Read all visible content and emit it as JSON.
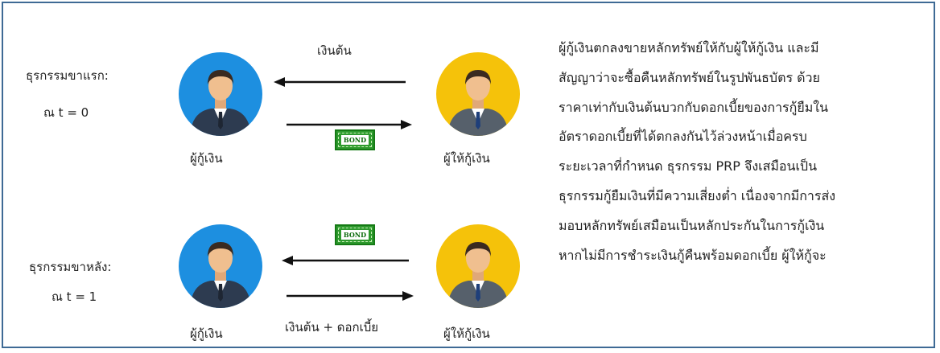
{
  "diagram": {
    "first_leg": {
      "title": "ธุรกรรมขาแรก:",
      "time": "ณ t = 0",
      "top_label": "เงินต้น",
      "bond_label": "BOND",
      "left_name": "ผู้กู้เงิน",
      "right_name": "ผู้ให้กู้เงิน"
    },
    "second_leg": {
      "title": "ธุรกรรมขาหลัง:",
      "time": "ณ t = 1",
      "bottom_label": "เงินต้น + ดอกเบี้ย",
      "bond_label": "BOND",
      "left_name": "ผู้กู้เงิน",
      "right_name": "ผู้ให้กู้เงิน"
    }
  },
  "description": {
    "lines": [
      "ผู้กู้เงินตกลงขายหลักทรัพย์ให้กับผู้ให้กู้เงิน และมี",
      "สัญญาว่าจะซื้อคืนหลักทรัพย์ในรูปพันธบัตร ด้วย",
      "ราคาเท่ากับเงินต้นบวกกับดอกเบี้ยของการกู้ยืมใน",
      "อัตราดอกเบี้ยที่ได้ตกลงกันไว้ล่วงหน้าเมื่อครบ",
      "ระยะเวลาที่กำหนด ธุรกรรม PRP จึงเสมือนเป็น",
      "ธุรกรรมกู้ยืมเงินที่มีความเสี่ยงต่ำ เนื่องจากมีการส่ง",
      "มอบหลักทรัพย์เสมือนเป็นหลักประกันในการกู้เงิน",
      "หากไม่มีการชำระเงินกู้คืนพร้อมดอกเบี้ย ผู้ให้กู้จะ"
    ]
  },
  "colors": {
    "frame_border": "#3e6a95",
    "borrower_circle": "#1d8fe0",
    "lender_circle": "#f5c20a",
    "bond_green": "#2e9a2e"
  }
}
